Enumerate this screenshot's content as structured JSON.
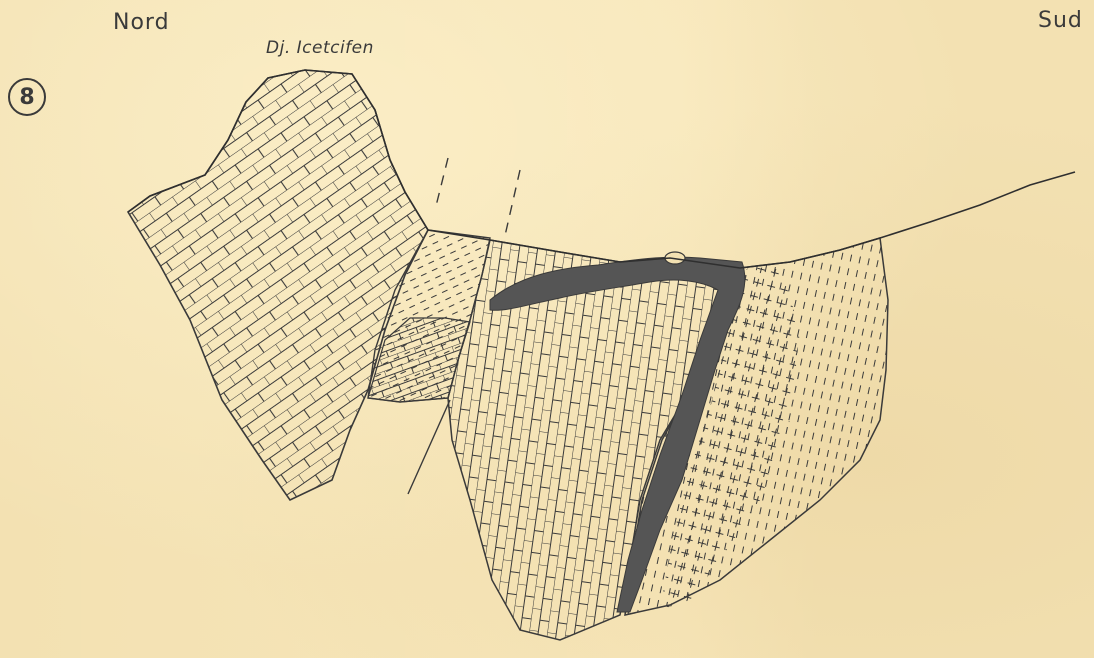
{
  "labels": {
    "north": "Nord",
    "south": "Sud",
    "peak": "Dj. Icetcifen",
    "figure_number": "8"
  },
  "colors": {
    "paper": "#f3e1b2",
    "ink": "#3a3a3a",
    "dark_layer": "#555555"
  }
}
